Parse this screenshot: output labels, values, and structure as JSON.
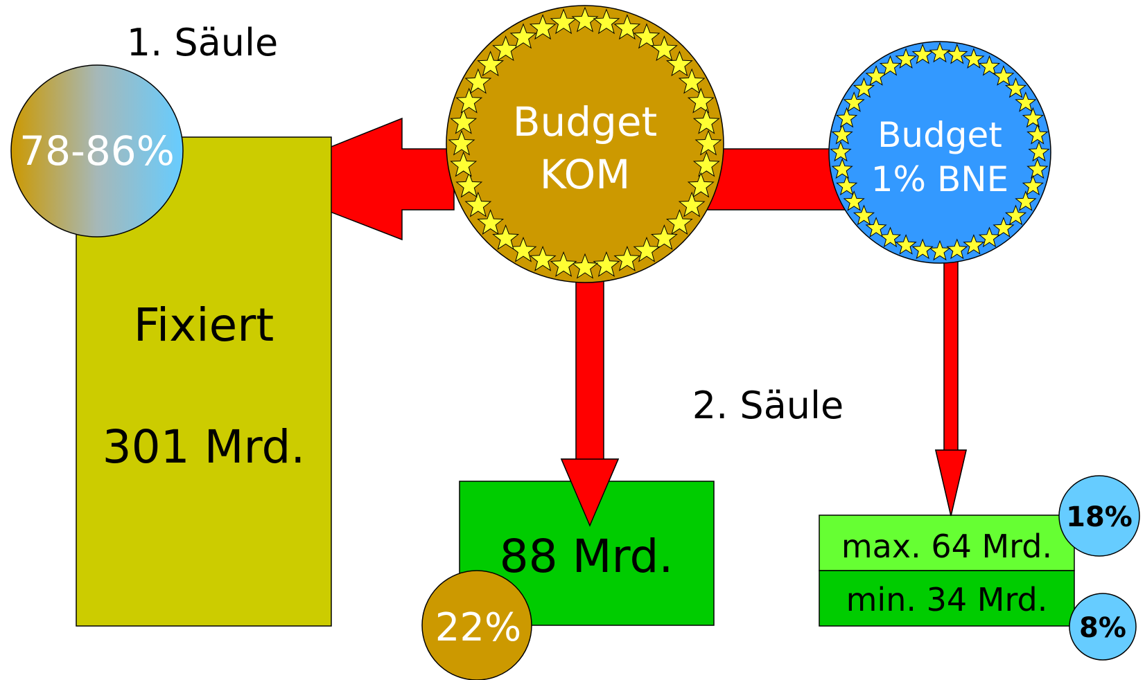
{
  "pillar1": {
    "heading": "1. Säule",
    "box_line1": "Fixiert",
    "box_line2": "301 Mrd.",
    "share_badge": "78-86%"
  },
  "budget_kom": {
    "line1": "Budget",
    "line2": "KOM",
    "color": "#CC9900",
    "star_count": 36
  },
  "budget_bne": {
    "line1": "Budget",
    "line2": "1% BNE",
    "color": "#3399FF",
    "star_count": 36
  },
  "pillar2": {
    "heading": "2. Säule",
    "box_value": "88 Mrd.",
    "share_badge": "22%",
    "max_label": "max. 64 Mrd.",
    "min_label": "min. 34 Mrd.",
    "max_badge": "18%",
    "min_badge": "8%"
  },
  "colors": {
    "arrow": "#FF0000",
    "pillar1_box": "#CCCC00",
    "pillar2_box": "#00CC00",
    "max_box": "#66FF33",
    "min_box": "#00CC00",
    "badge_blue": "#66CCFF",
    "badge_gold": "#CC9900",
    "star": "#FFFF33"
  }
}
